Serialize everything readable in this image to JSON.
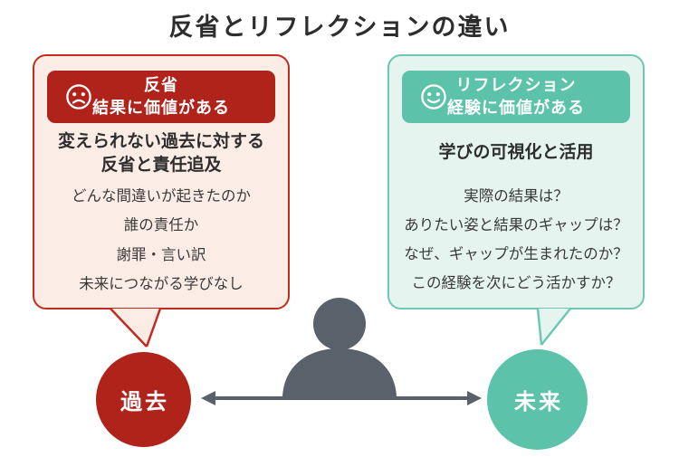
{
  "title": "反省とリフレクションの違い",
  "hansei": {
    "header": {
      "line1": "反省",
      "line2": "結果に価値がある",
      "icon": "sad-face-icon"
    },
    "lead": "変えられない過去に対する\n反省と責任追及",
    "items": [
      "どんな間違いが起きたのか",
      "誰の責任か",
      "謝罪・言い訳",
      "未来につながる学びなし"
    ],
    "circle_label": "過去"
  },
  "reflection": {
    "header": {
      "line1": "リフレクション",
      "line2": "経験に価値がある",
      "icon": "smiley-face-icon"
    },
    "lead": "学びの可視化と活用",
    "items": [
      "実際の結果は？",
      "ありたい姿と結果のギャップは？",
      "なぜ、ギャップが生まれたのか？",
      "この経験を次にどう活かすか？"
    ],
    "circle_label": "未来"
  },
  "figure": {
    "center_icon": "person-silhouette-icon",
    "axis_icon": "double-headed-arrow-icon"
  },
  "colors": {
    "hansei_accent": "#b0231a",
    "hansei_border": "#c22b1e",
    "hansei_bg": "#fbece6",
    "reflection_accent": "#5cc2aa",
    "reflection_border": "#6cc8b3",
    "reflection_bg": "#e5f4ef",
    "figure_gray": "#59616b",
    "text": "#333333"
  }
}
